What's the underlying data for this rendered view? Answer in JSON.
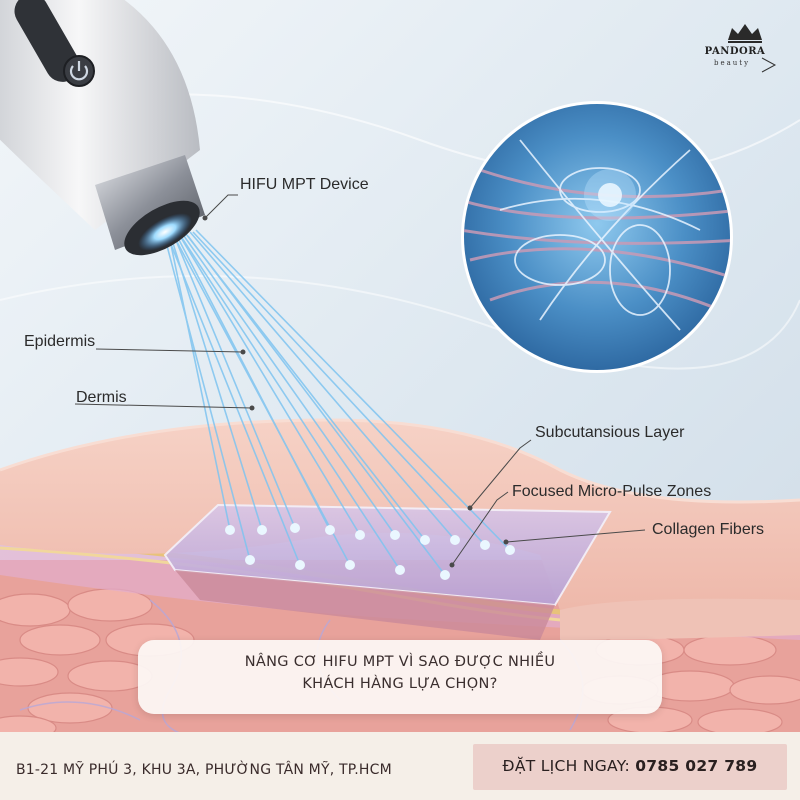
{
  "brand": {
    "name": "PANDORA",
    "sub": "beauty"
  },
  "labels": {
    "device": "HIFU MPT Device",
    "epidermis": "Epidermis",
    "dermis": "Dermis",
    "subcutaneous": "Subcutansious Layer",
    "zones": "Focused Micro-Pulse Zones",
    "collagen": "Collagen Fibers"
  },
  "headline": {
    "line1": "NÂNG CƠ HIFU MPT VÌ SAO ĐƯỢC NHIỀU",
    "line2": "KHÁCH HÀNG LỰA CHỌN?"
  },
  "footer": {
    "address": "B1-21 MỸ PHÚ 3, KHU 3A, PHƯỜNG TÂN MỸ, TP.HCM",
    "cta_label": "ĐẶT LỊCH NGAY:",
    "phone": "0785 027 789"
  },
  "colors": {
    "skin": "#f3c3b7",
    "tissue": "#e8a29b",
    "beam": "#7fc4f0",
    "cta_bg": "#ecd0cb",
    "footer_bg": "#f5efe8"
  },
  "icons": [
    "power-icon",
    "crown-icon"
  ]
}
